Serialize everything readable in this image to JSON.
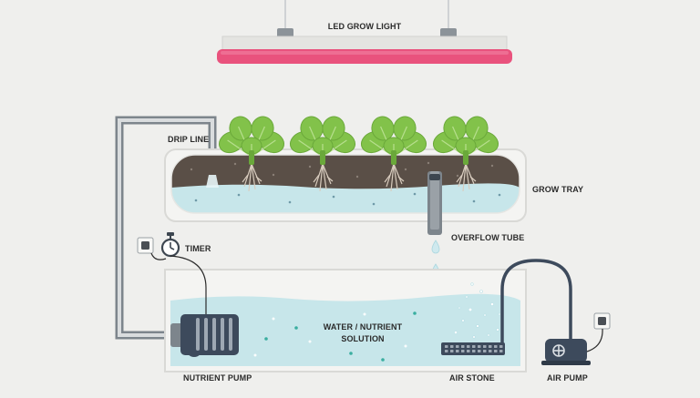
{
  "labels": {
    "led_grow_light": "LED GROW LIGHT",
    "drip_line": "DRIP LINE",
    "grow_tray": "GROW TRAY",
    "timer": "TIMER",
    "overflow_tube": "OVERFLOW TUBE",
    "solution_line1": "WATER / NUTRIENT",
    "solution_line2": "SOLUTION",
    "nutrient_pump": "NUTRIENT PUMP",
    "air_stone": "AIR STONE",
    "air_pump": "AIR PUMP"
  },
  "colors": {
    "background": "#efefed",
    "light_glow": "#e9527d",
    "water": "#c7e6ea",
    "soil": "#5a4f47",
    "leaf": "#82c24a",
    "pipe": "#7d858c",
    "pump": "#3d4a5c"
  }
}
